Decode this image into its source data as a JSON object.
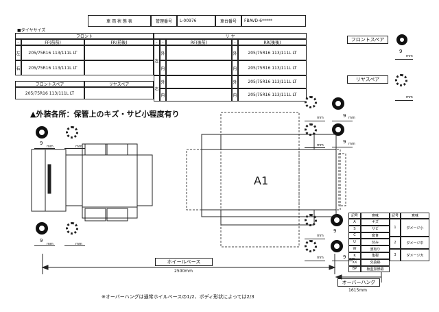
{
  "header": {
    "title": "車 両 状 態 表",
    "mgmt_label": "管理番号",
    "mgmt_value": "L-00976",
    "chassis_label": "車台番号",
    "chassis_value": "FBAVD-6*****"
  },
  "tire_section": {
    "title": "■タイヤサイズ",
    "front_header": "フロント",
    "rear_header": "リ ヤ",
    "fr_front": "FF(前前)",
    "fr_rear": "FR(前後)",
    "rf": "RF(後前)",
    "rr": "RR(後後)",
    "left": "左",
    "right": "右",
    "outer": "外",
    "inner": "内",
    "dash": "-",
    "size": "205/75R16 113/111L LT",
    "front_spare": "フロントスペア",
    "rear_spare": "リヤスペア"
  },
  "spare_panel": {
    "front_label": "フロントスペア",
    "rear_label": "リヤスペア",
    "value": "9",
    "unit": "mm"
  },
  "exterior_note": "▲外装各所：保管上のキズ・サビ小程度有り",
  "tread": {
    "value": "9",
    "unit": "mm"
  },
  "diagram_label": "A1",
  "legend": {
    "headers": [
      "記号",
      "意味",
      "記号",
      "意味"
    ],
    "rows": [
      [
        "A",
        "キズ"
      ],
      [
        "S",
        "サビ"
      ],
      [
        "C",
        "腐食"
      ],
      [
        "U",
        "凹み"
      ],
      [
        "W",
        "波有り"
      ],
      [
        "K",
        "亀裂"
      ],
      [
        "XX",
        "交換跡"
      ],
      [
        "BP",
        "板金加修跡"
      ]
    ],
    "levels": [
      [
        "1",
        "ダメージ小"
      ],
      [
        "2",
        "ダメージ中"
      ],
      [
        "3",
        "ダメージ大"
      ]
    ]
  },
  "wheelbase": {
    "label": "ホイールベース",
    "value": "2500mm"
  },
  "overhang": {
    "label": "オーバーハング",
    "value": "1615mm"
  },
  "footnote": "※オーバーハングは通常ホイルベースの1/2、ボディ形状によっては2/3"
}
